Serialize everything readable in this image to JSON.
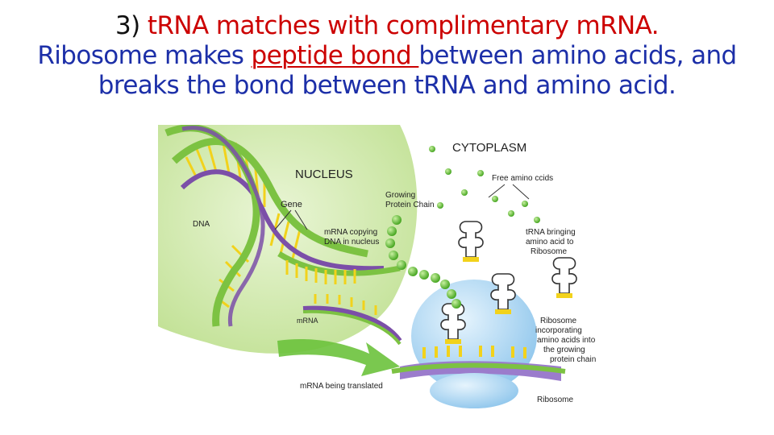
{
  "slide": {
    "line1": {
      "number": "3)",
      "text": "tRNA matches with complimentary mRNA."
    },
    "line2": {
      "pre": "Ribosome makes ",
      "emphasis": "peptide bond ",
      "post": "between amino acids, and"
    },
    "line3": "breaks the bond between tRNA and amino acid.",
    "colors": {
      "number": "#111111",
      "line1": "#cc0000",
      "emphasis": "#cc0000",
      "body": "#1c2fa8"
    }
  },
  "diagram": {
    "labels": {
      "cytoplasm": "CYTOPLASM",
      "nucleus": "NUCLEUS",
      "free_amino": "Free amino ccids",
      "growing_chain": [
        "Growing",
        "Protein Chain"
      ],
      "gene": "Gene",
      "dna": "DNA",
      "mrna_copying": [
        "mRNA copying",
        "DNA in nucleus"
      ],
      "trna_bringing": [
        "tRNA bringing",
        "amino acid to",
        "Ribosome"
      ],
      "mrna": "mRNA",
      "ribosome_incorporating": [
        "Ribosome",
        "incorporating",
        "amino acids into",
        "the growing",
        "protein chain"
      ],
      "mrna_translated": "mRNA being translated",
      "ribosome": "Ribosome"
    },
    "colors": {
      "nucleus": "#cfe8a8",
      "dna_green": "#7cc242",
      "dna_purple": "#7b4fa8",
      "base_yellow": "#f2d21b",
      "amino_green": "#5cbf2a",
      "ribosome_blue": "#b8dcf5",
      "arrow_green": "#6cc23c"
    },
    "icons": [
      "nucleus-shape",
      "dna-helix",
      "trna-icon",
      "ribosome-shape",
      "translation-arrow",
      "amino-acid-bead"
    ]
  }
}
